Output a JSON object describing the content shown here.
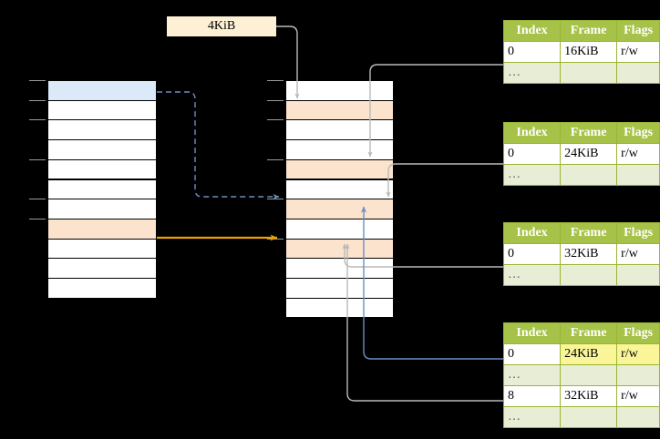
{
  "diagram": {
    "title_label": "4KiB",
    "accent_colors": {
      "header_green": "#a6c248",
      "dots_row": "#e8eed6",
      "highlight_yellow": "#faf598",
      "peach": "#fce3ce",
      "blue": "#dce9f9",
      "orange_arrow": "#e8a200",
      "blue_arrow": "#6b8fc4",
      "grey_arrow": "#b9b9b9"
    },
    "virtual_column": {
      "name": "virtual-address-column",
      "rows": [
        {
          "index": 0,
          "fill": "blue"
        },
        {
          "index": 1,
          "fill": "white"
        },
        {
          "index": 2,
          "fill": "white"
        },
        {
          "index": 3,
          "fill": "white"
        },
        {
          "index": 4,
          "fill": "white"
        },
        {
          "index": 5,
          "fill": "white"
        },
        {
          "index": 6,
          "fill": "white"
        },
        {
          "index": 7,
          "fill": "peach"
        },
        {
          "index": 8,
          "fill": "white"
        },
        {
          "index": 9,
          "fill": "white"
        },
        {
          "index": 10,
          "fill": "white"
        }
      ]
    },
    "physical_column": {
      "name": "physical-memory-column",
      "rows": [
        {
          "index": 0,
          "fill": "white"
        },
        {
          "index": 1,
          "fill": "peach"
        },
        {
          "index": 2,
          "fill": "white"
        },
        {
          "index": 3,
          "fill": "white"
        },
        {
          "index": 4,
          "fill": "peach"
        },
        {
          "index": 5,
          "fill": "white"
        },
        {
          "index": 6,
          "fill": "peach"
        },
        {
          "index": 7,
          "fill": "white"
        },
        {
          "index": 8,
          "fill": "peach"
        },
        {
          "index": 9,
          "fill": "white"
        },
        {
          "index": 10,
          "fill": "white"
        },
        {
          "index": 11,
          "fill": "white"
        }
      ]
    },
    "tables": [
      {
        "name": "page-table-1",
        "headers": [
          "Index",
          "Frame",
          "Flags"
        ],
        "rows": [
          {
            "cells": [
              "0",
              "16KiB",
              "r/w"
            ],
            "style": "data",
            "highlight": [
              false,
              false,
              false
            ]
          },
          {
            "cells": [
              "…",
              "",
              ""
            ],
            "style": "dots",
            "highlight": [
              false,
              false,
              false
            ]
          }
        ]
      },
      {
        "name": "page-table-2",
        "headers": [
          "Index",
          "Frame",
          "Flags"
        ],
        "rows": [
          {
            "cells": [
              "0",
              "24KiB",
              "r/w"
            ],
            "style": "data",
            "highlight": [
              false,
              false,
              false
            ]
          },
          {
            "cells": [
              "…",
              "",
              ""
            ],
            "style": "dots",
            "highlight": [
              false,
              false,
              false
            ]
          }
        ]
      },
      {
        "name": "page-table-3",
        "headers": [
          "Index",
          "Frame",
          "Flags"
        ],
        "rows": [
          {
            "cells": [
              "0",
              "32KiB",
              "r/w"
            ],
            "style": "data",
            "highlight": [
              false,
              false,
              false
            ]
          },
          {
            "cells": [
              "…",
              "",
              ""
            ],
            "style": "dots",
            "highlight": [
              false,
              false,
              false
            ]
          }
        ]
      },
      {
        "name": "page-table-4",
        "headers": [
          "Index",
          "Frame",
          "Flags"
        ],
        "rows": [
          {
            "cells": [
              "0",
              "24KiB",
              "r/w"
            ],
            "style": "data",
            "highlight": [
              false,
              true,
              true
            ]
          },
          {
            "cells": [
              "…",
              "",
              ""
            ],
            "style": "dots",
            "highlight": [
              false,
              false,
              false
            ]
          },
          {
            "cells": [
              "8",
              "32KiB",
              "r/w"
            ],
            "style": "data",
            "highlight": [
              false,
              false,
              false
            ]
          },
          {
            "cells": [
              "…",
              "",
              ""
            ],
            "style": "dots",
            "highlight": [
              false,
              false,
              false
            ]
          }
        ]
      }
    ]
  }
}
